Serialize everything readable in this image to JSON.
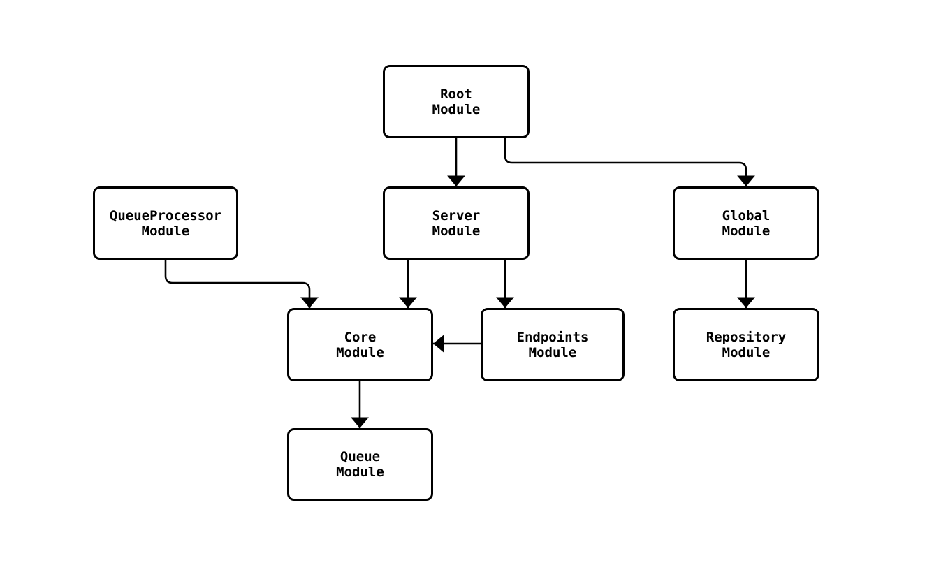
{
  "diagram": {
    "type": "module-dependency-graph",
    "colors": {
      "stroke": "#000000",
      "background": "#ffffff",
      "text": "#000000"
    },
    "nodes": {
      "root": {
        "line1": "Root",
        "line2": "Module"
      },
      "queueprocessor": {
        "line1": "QueueProcessor",
        "line2": "Module"
      },
      "server": {
        "line1": "Server",
        "line2": "Module"
      },
      "global": {
        "line1": "Global",
        "line2": "Module"
      },
      "core": {
        "line1": "Core",
        "line2": "Module"
      },
      "endpoints": {
        "line1": "Endpoints",
        "line2": "Module"
      },
      "repository": {
        "line1": "Repository",
        "line2": "Module"
      },
      "queue": {
        "line1": "Queue",
        "line2": "Module"
      }
    },
    "edges": [
      {
        "from": "root",
        "to": "server"
      },
      {
        "from": "root",
        "to": "global"
      },
      {
        "from": "queueprocessor",
        "to": "core"
      },
      {
        "from": "server",
        "to": "core"
      },
      {
        "from": "server",
        "to": "endpoints"
      },
      {
        "from": "global",
        "to": "repository"
      },
      {
        "from": "endpoints",
        "to": "core"
      },
      {
        "from": "core",
        "to": "queue"
      }
    ]
  }
}
